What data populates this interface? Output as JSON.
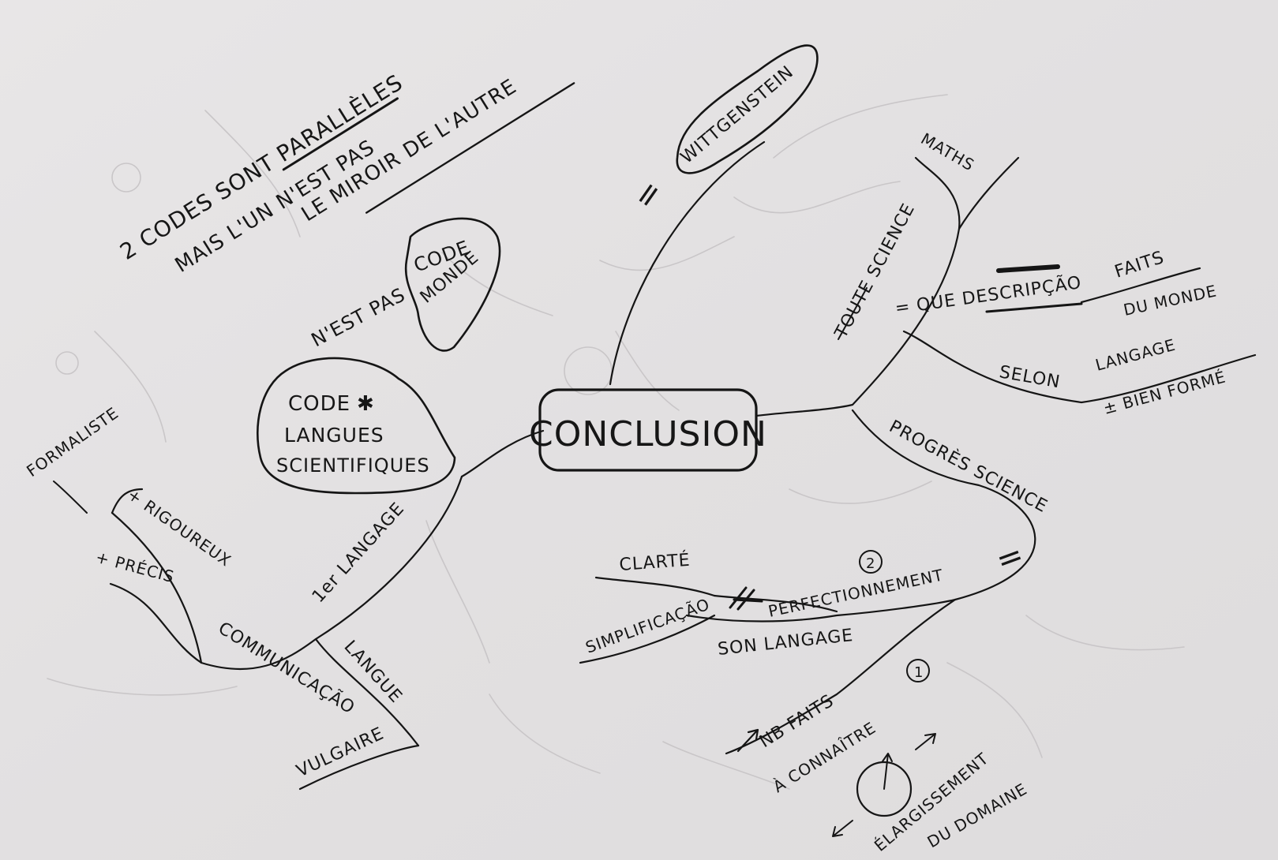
{
  "center": "CONCLUSION",
  "left": {
    "code_node": [
      "CODE",
      "LANGUES",
      "SCIENTIFIQUES"
    ],
    "n_est_pas": "N'EST PAS",
    "code_monde": [
      "CODE",
      "MONDE"
    ],
    "codes_line1": "2 CODES SONT PARALLÈLES",
    "codes_line2": "MAIS L'UN N'EST PAS",
    "codes_line3": "LE MIROIR DE L'AUTRE",
    "formaliste": "FORMALISTE",
    "plus_rigoureux": "+ RIGOUREUX",
    "plus_precis": "+ PRÉCIS",
    "communicatio": "COMMUNICAÇÃO",
    "langue": "LANGUE",
    "vulgaire": "VULGAIRE",
    "premier_langage": "1er LANGAGE"
  },
  "right": {
    "wittgenstein": "WITTGENSTEIN",
    "equals": "=",
    "maths": "MATHS",
    "toute_science": "TOUTE SCIENCE",
    "que_descrip": "= QUE DESCRIPÇÃO",
    "faits": "FAITS",
    "du_monde": "DU MONDE",
    "selon": "SELON",
    "langage": "LANGAGE",
    "bien_forme": "± BIEN FORMÉ",
    "progres_science": "PROGRÈS SCIENCE",
    "clarte": "CLARTÉ",
    "simplificatio": "SIMPLIFICAÇÃO",
    "perfectionnement": "PERFECTIONNEMENT",
    "son_langage": "SON LANGAGE",
    "circle2": "2",
    "circle1": "1",
    "nb_faits": "NB FAITS",
    "a_connaitre": "À CONNAÎTRE",
    "elargissement": "ÉLARGISSEMENT",
    "du_domaine": "DU DOMAINE",
    "eq2": "="
  }
}
